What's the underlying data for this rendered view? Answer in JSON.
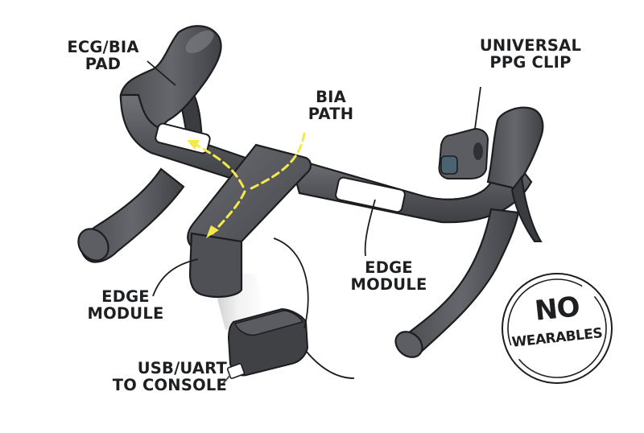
{
  "diagram": {
    "subject": "bike handlebar with integrated biosensors",
    "colors": {
      "bar": "#55575c",
      "bar_light": "#6b6d72",
      "bar_dark": "#3c3e42",
      "outline": "#1c1d1f",
      "pad": "#ffffff",
      "bia_path": "#f5e84a",
      "lens": "#4b6270",
      "label_text": "#1d1f21"
    },
    "labels": {
      "ecg_bia_pad": [
        "ECG/BIA",
        "PAD"
      ],
      "bia_path": [
        "BIA",
        "PATH"
      ],
      "universal_ppg_clip": [
        "UNIVERSAL",
        "PPG CLIP"
      ],
      "edge_module_right": [
        "EDGE",
        "MODULE"
      ],
      "edge_module_left": [
        "EDGE",
        "MODULE"
      ],
      "usb_uart": [
        "USB/UART",
        "TO CONSOLE"
      ]
    },
    "badge": {
      "line1": "NO",
      "line2": "WEARABLES"
    },
    "icons": {
      "bia_path_arrows": "dashed-arrow",
      "usb_connector": "usb-plug"
    }
  }
}
